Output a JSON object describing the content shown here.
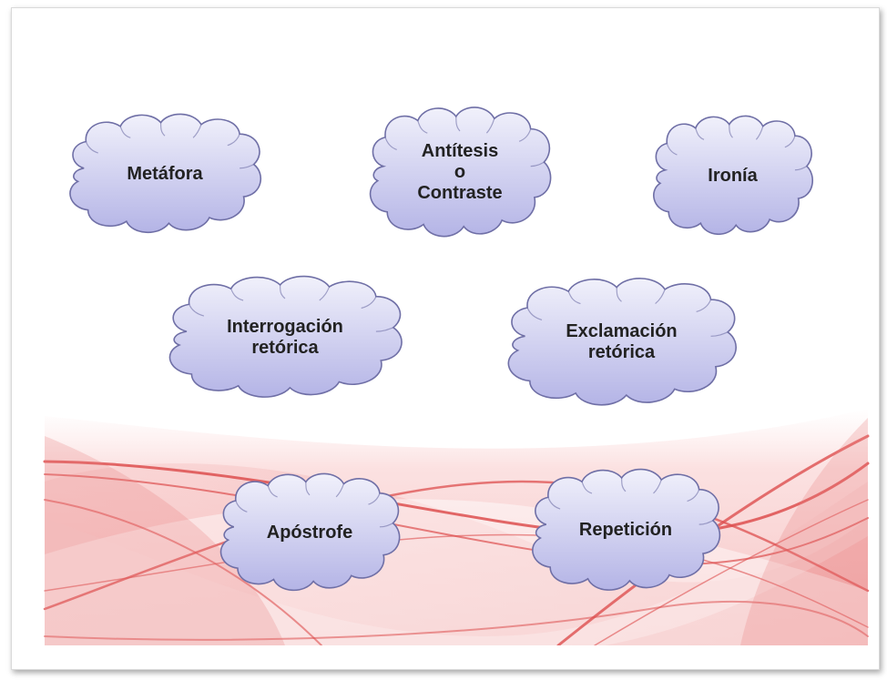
{
  "colors": {
    "cloud_fill_top": "#f1f1fb",
    "cloud_fill_bottom": "#b4b4e6",
    "cloud_stroke": "#6f6fa6",
    "wave_color": "#e05a5a",
    "label_color": "#222222"
  },
  "clouds": [
    {
      "id": "metafora",
      "lines": [
        "Metáfora"
      ]
    },
    {
      "id": "antitesis",
      "lines": [
        "Antítesis",
        "o",
        "Contraste"
      ]
    },
    {
      "id": "ironia",
      "lines": [
        "Ironía"
      ]
    },
    {
      "id": "interrogacion",
      "lines": [
        "Interrogación",
        "retórica"
      ]
    },
    {
      "id": "exclamacion",
      "lines": [
        "Exclamación",
        "retórica"
      ]
    },
    {
      "id": "apostrofe",
      "lines": [
        "Apóstrofe"
      ]
    },
    {
      "id": "repeticion",
      "lines": [
        "Repetición"
      ]
    }
  ]
}
